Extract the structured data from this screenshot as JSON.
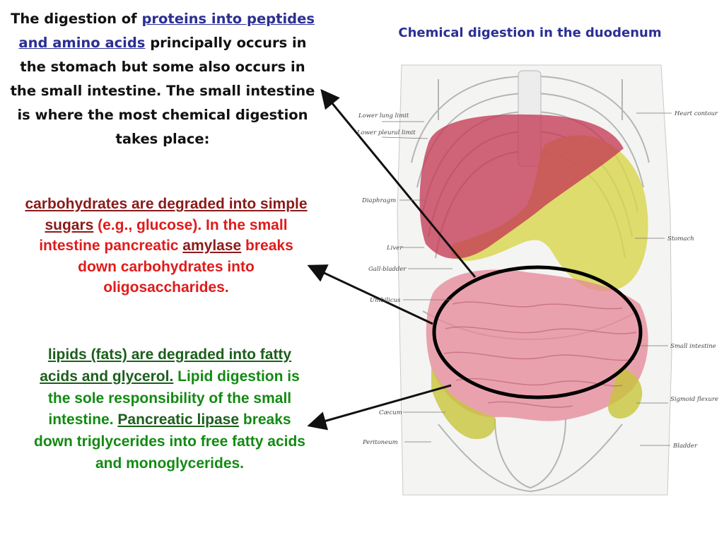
{
  "protein_block": {
    "p1": "The digestion of ",
    "p1u": "proteins into peptides and amino acids",
    "p2": " principally occurs in the stomach but some also occurs in the small intestine. The small intestine is where the most chemical digestion takes place:"
  },
  "carb_block": {
    "u1": "carbohydrates are degraded into simple sugars",
    "t1": " (e.g., glucose). In the small intestine pancreatic ",
    "u2": "amylase",
    "t2": " breaks down carbohydrates into oligosaccharides."
  },
  "lipid_block": {
    "u1": "lipids (fats) are degraded into fatty acids and glycerol.",
    "t1": " Lipid digestion is the sole responsibility of the small intestine. ",
    "u2": "Pancreatic lipase",
    "t2": " breaks down triglycerides into free fatty acids and monoglycerides."
  },
  "diagram": {
    "title": "Chemical digestion in the duodenum",
    "labels": {
      "lower_lung_limit": "Lower lung limit",
      "lower_pleural_limit": "Lower pleural limit",
      "diaphragm": "Diaphragm",
      "liver": "Liver",
      "gall_bladder": "Gall-bladder",
      "umbilicus": "Umbilicus",
      "caecum": "Cæcum",
      "peritoneum": "Peritoneum",
      "heart_contour": "Heart contour",
      "stomach": "Stomach",
      "small_intestine": "Small intestine",
      "sigmoid_flexure": "Sigmoid flexure",
      "bladder": "Bladder"
    }
  },
  "colors": {
    "protein_text": "#111111",
    "protein_underline": "#2b2f93",
    "carb_text": "#e01b1b",
    "lipid_text": "#138a13",
    "liver_fill": "#c43a55",
    "stomach_fill": "#d7d64a",
    "intestine_fill": "#e58a98"
  }
}
